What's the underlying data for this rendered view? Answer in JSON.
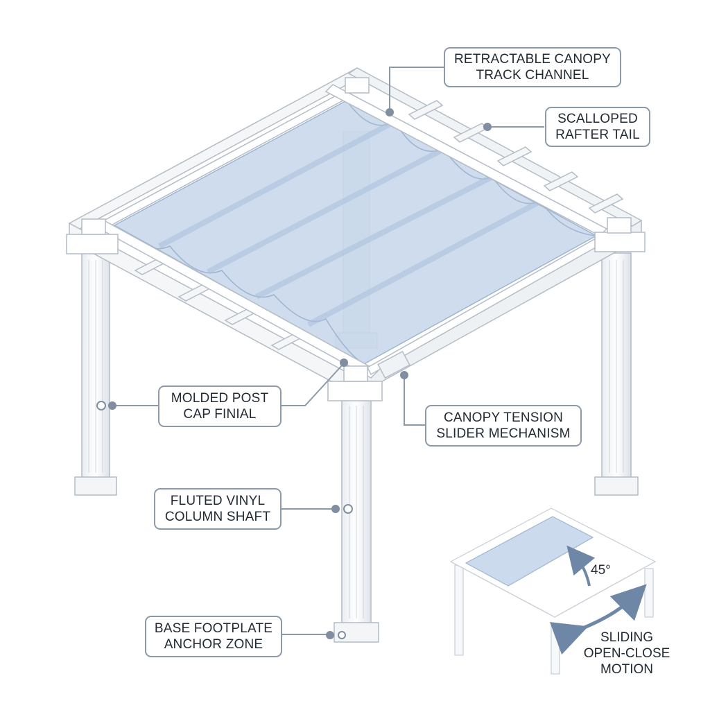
{
  "labels": {
    "track": [
      "RETRACTABLE CANOPY",
      "TRACK CHANNEL"
    ],
    "rafter": [
      "SCALLOPED",
      "RAFTER TAIL"
    ],
    "postcap": [
      "MOLDED POST",
      "CAP FINIAL"
    ],
    "tension": [
      "CANOPY TENSION",
      "SLIDER MECHANISM"
    ],
    "column": [
      "FLUTED VINYL",
      "COLUMN SHAFT"
    ],
    "base": [
      "BASE FOOTPLATE",
      "ANCHOR ZONE"
    ]
  },
  "inset": {
    "angle": "45°",
    "motion": [
      "SLIDING",
      "OPEN-CLOSE",
      "MOTION"
    ]
  },
  "colors": {
    "leader": "#8c9aa8",
    "dot": "#7f8ea0",
    "canopy": "#b9cde6",
    "frame_stroke": "#b4bcc6",
    "arrow": "#6e87a6"
  }
}
